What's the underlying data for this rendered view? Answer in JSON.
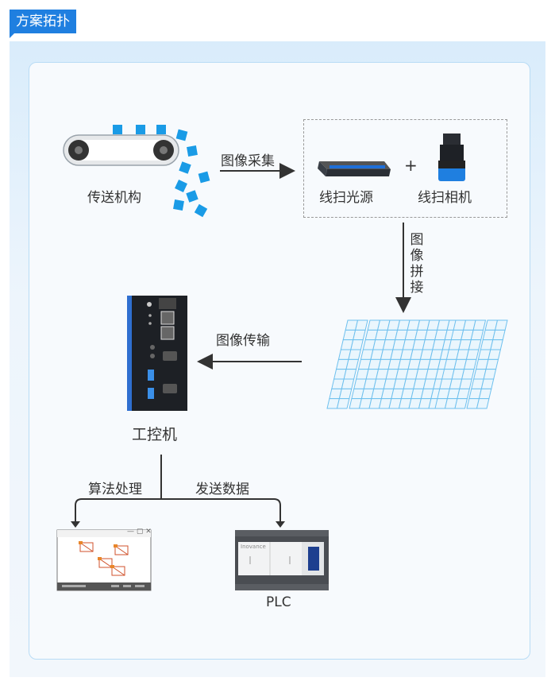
{
  "header": {
    "title": "方案拓扑"
  },
  "nodes": {
    "conveyor": "传送机构",
    "line_light": "线扫光源",
    "line_camera": "线扫相机",
    "plus": "+",
    "ipc": "工控机",
    "plc": "PLC"
  },
  "edges": {
    "capture": "图像采集",
    "stitch": "图像拼接",
    "transfer": "图像传输",
    "algorithm": "算法处理",
    "send": "发送数据"
  },
  "window_controls": "— ▢ ✕",
  "plc_brand": "Inovance"
}
